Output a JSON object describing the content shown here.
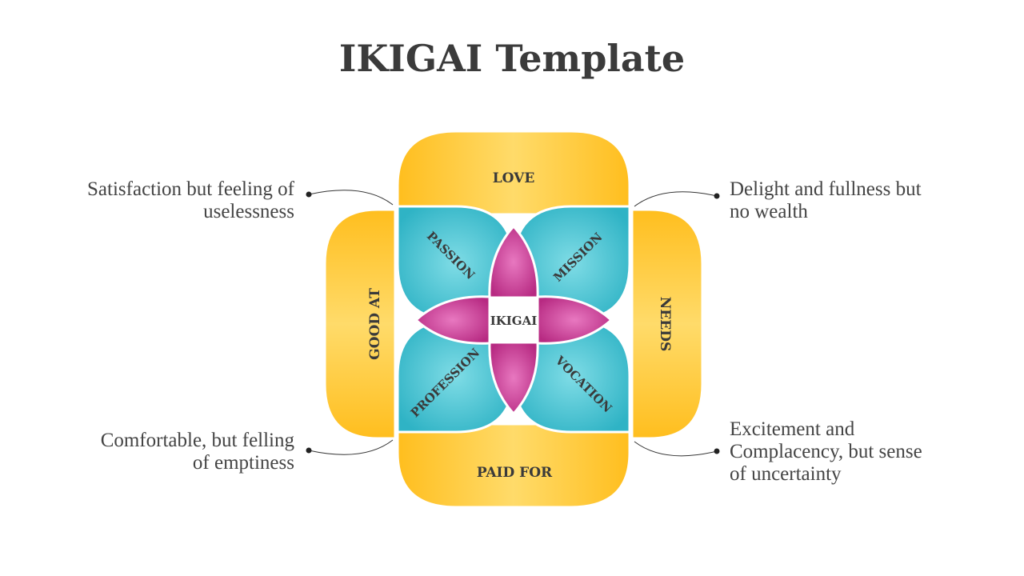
{
  "title": "IKIGAI Template",
  "diagram": {
    "outer": {
      "top": "LOVE",
      "right": "NEEDS",
      "bottom": "PAID FOR",
      "left": "GOOD AT"
    },
    "petals": {
      "top_left": "PASSION",
      "top_right": "MISSION",
      "bottom_left": "PROFESSION",
      "bottom_right": "VOCATION"
    },
    "center": "IKIGAI"
  },
  "notes": {
    "top_left": [
      "Satisfaction but feeling of",
      "uselessness"
    ],
    "top_right": [
      "Delight and fullness but",
      "no wealth"
    ],
    "bottom_left": [
      "Comfortable, but felling",
      "of emptiness"
    ],
    "bottom_right": [
      "Excitement and",
      "Complacency, but sense",
      "of uncertainty"
    ]
  },
  "colors": {
    "yellow": "#FFC93A",
    "teal": "#3DBFCE",
    "magenta": "#C8368F",
    "text": "#3B3B3B"
  }
}
